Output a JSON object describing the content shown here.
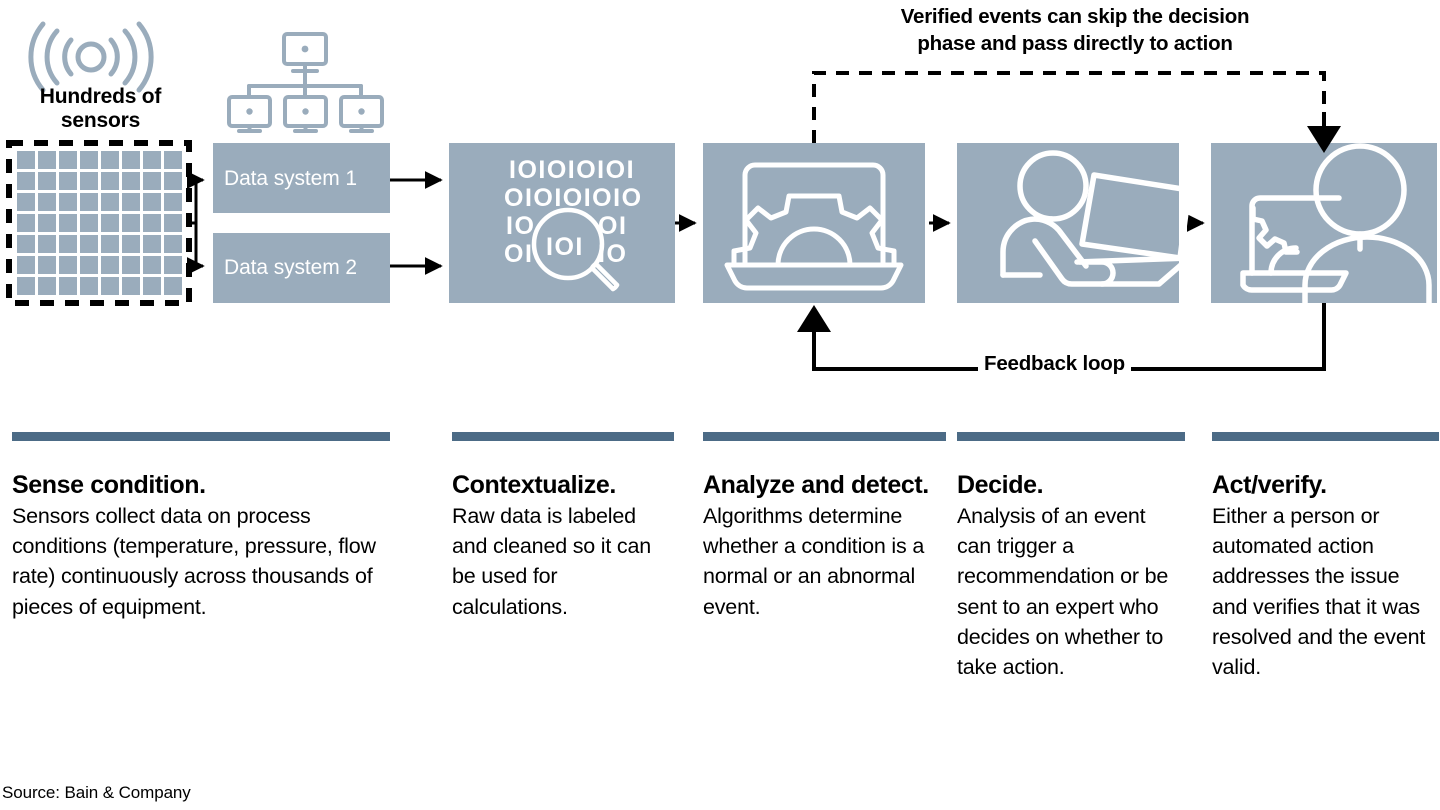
{
  "colors": {
    "box_fill": "#9aacbc",
    "rule": "#4c6b86",
    "icon_stroke": "#ffffff",
    "line": "#000000",
    "sensor_icon": "#9aacbc"
  },
  "sensors": {
    "icon": "wireless-signal-icon",
    "label_line1": "Hundreds of",
    "label_line2": "sensors",
    "grid_cols": 8,
    "grid_rows": 7
  },
  "network_icon": {
    "icon": "network-topology-icon",
    "monitors": 4
  },
  "data_systems": [
    {
      "label": "Data system 1"
    },
    {
      "label": "Data system 2"
    }
  ],
  "stage_icons": [
    {
      "name": "binary-magnifier-icon",
      "binary_rows": [
        "IOIOIOIOI",
        "OIOIOIOIO",
        "IO",
        "OI",
        "OI",
        "IO",
        "IOI"
      ]
    },
    {
      "name": "laptop-gear-icon"
    },
    {
      "name": "person-laptop-icon"
    },
    {
      "name": "person-laptop-gear-icon"
    }
  ],
  "annotations": {
    "top_line1": "Verified events can skip the decision",
    "top_line2": "phase and pass directly to action",
    "feedback": "Feedback loop"
  },
  "columns": [
    {
      "title": "Sense condition.",
      "body": "Sensors collect data on process conditions (temperature, pressure, flow rate) continuously across thousands of pieces of equipment."
    },
    {
      "title": "Contextualize.",
      "body": "Raw data is labeled and cleaned so it can be used for calculations."
    },
    {
      "title": "Analyze and detect.",
      "body": "Algorithms determine whether a condition is a normal or an abnormal event."
    },
    {
      "title": "Decide.",
      "body": "Analysis of an event can trigger a recommendation or be sent to an expert who decides on whether to take action."
    },
    {
      "title": "Act/verify.",
      "body": "Either a person or automated action addresses the issue and verifies that it was resolved and the event valid."
    }
  ],
  "source": "Source: Bain & Company"
}
